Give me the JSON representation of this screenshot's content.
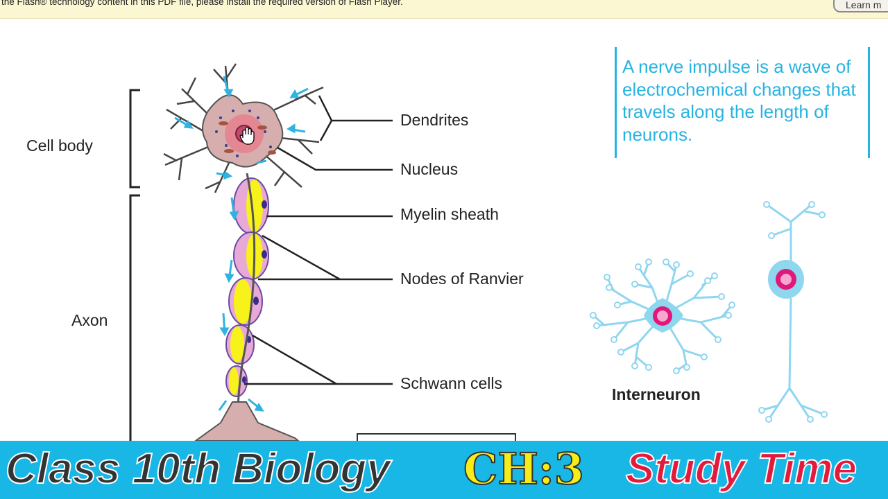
{
  "flash_bar": {
    "message": "the Flash® technology content in this PDF file, please install the required version of Flash Player.",
    "learn_button": "Learn m"
  },
  "diagram": {
    "labels": {
      "cell_body": "Cell body",
      "axon": "Axon",
      "dendrites": "Dendrites",
      "nucleus": "Nucleus",
      "myelin_sheath": "Myelin sheath",
      "nodes_of_ranvier": "Nodes of Ranvier",
      "schwann_cells": "Schwann cells"
    },
    "colors": {
      "cell": "#d7aeae",
      "myelin": "#f7f21a",
      "schwann": "#e9a9d6",
      "arrows": "#2fb3e0",
      "interneuron": "#8fd6ef",
      "soma_nucleus": "#e0187a"
    }
  },
  "callout": {
    "text": "A nerve impulse is a wave of electrochemical changes that travels along the length of neurons."
  },
  "interneuron_caption": "Interneuron",
  "banner": {
    "title": "Class 10th Biology",
    "chapter": "CH:3",
    "tagline": "Study Time",
    "colors": {
      "background": "#18b7e6",
      "chapter": "#f6ec1a",
      "tagline": "#e21b3c"
    }
  }
}
